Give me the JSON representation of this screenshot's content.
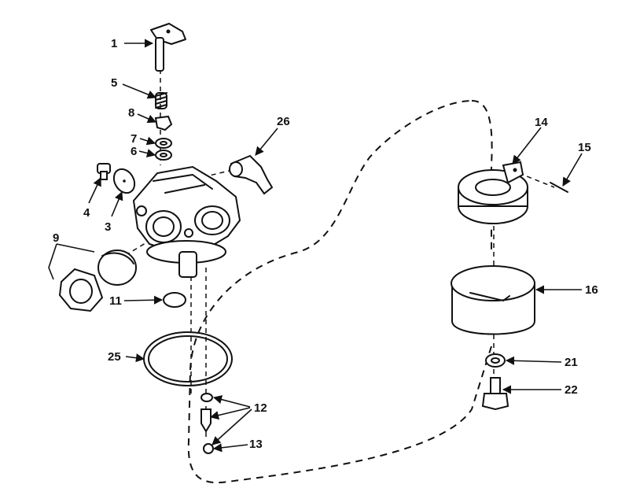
{
  "callouts": {
    "c1": "1",
    "c3": "3",
    "c4": "4",
    "c5": "5",
    "c6": "6",
    "c7": "7",
    "c8": "8",
    "c9": "9",
    "c11": "11",
    "c12": "12",
    "c13": "13",
    "c14": "14",
    "c15": "15",
    "c16": "16",
    "c21": "21",
    "c22": "22",
    "c25": "25",
    "c26": "26"
  }
}
